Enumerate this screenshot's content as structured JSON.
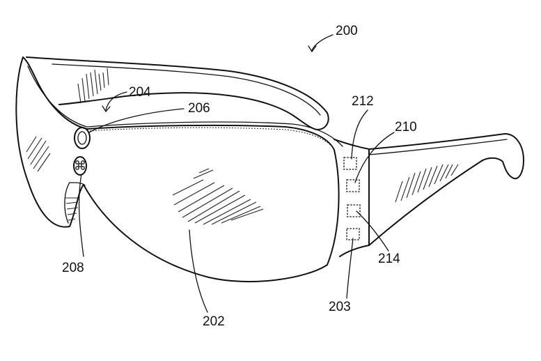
{
  "figure": {
    "labels": {
      "ref_200": "200",
      "ref_204": "204",
      "ref_206": "206",
      "ref_212": "212",
      "ref_210": "210",
      "ref_208": "208",
      "ref_214": "214",
      "ref_203": "203",
      "ref_202": "202"
    },
    "line_color": "#111111",
    "background": "#ffffff"
  }
}
